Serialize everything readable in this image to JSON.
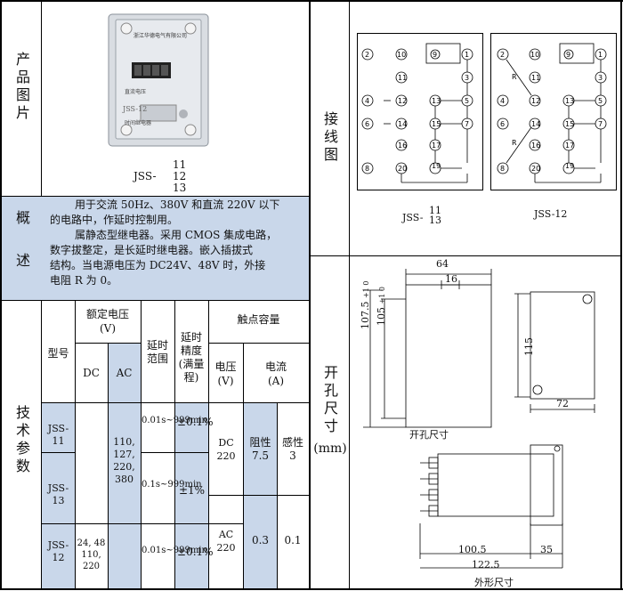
{
  "sections": {
    "product_photo": "产品图片",
    "overview": "概述",
    "tech_params": "技术参数",
    "wiring": "接线图",
    "cutout": "开孔尺寸",
    "cutout_unit": "(mm)"
  },
  "photo": {
    "maker_label": "浙江华德电气有限公司",
    "model_label": "JSS-12",
    "sub_label": "时间继电器",
    "range_label": "直流电压",
    "model_prefix": "JSS-",
    "model_nums": [
      "11",
      "12",
      "13"
    ]
  },
  "overview_text": {
    "p1_line1": "用于交流 50Hz、380V 和直流 220V 以下",
    "p1_line2": "的电路中，作延时控制用。",
    "p2_line1": "属静态型继电器。采用 CMOS 集成电路，",
    "p2_line2": "数字拔整定，是长延时继电器。嵌入插拔式",
    "p2_line3": "结构。当电源电压为 DC24V、48V 时，外接",
    "p2_line4": "电阻 R 为 0。"
  },
  "table": {
    "h_model": "型号",
    "h_rated_voltage": "额定电压",
    "h_rated_voltage_unit": "(V)",
    "h_dc": "DC",
    "h_ac": "AC",
    "h_delay_range": "延时范围",
    "h_delay_accuracy": "延时精度(满量程)",
    "h_contact_capacity": "触点容量",
    "h_voltage": "电压",
    "h_voltage_unit": "(V)",
    "h_current": "电流",
    "h_current_unit": "(A)",
    "rows": [
      {
        "model": "JSS-11",
        "range": "0.01s~999min",
        "accuracy": "±0.1%"
      },
      {
        "model": "JSS-13",
        "range": "0.1s~999min",
        "accuracy": "±1%"
      },
      {
        "model": "JSS-12",
        "range": "0.01s~999min",
        "accuracy": "±0.1%"
      }
    ],
    "ac_values": [
      "110,",
      "127,",
      "220,",
      "380"
    ],
    "dc_values_12": [
      "24, 48",
      "110,",
      "220"
    ],
    "dc_voltage": "DC 220",
    "resistive": "阻性",
    "resistive_value": "7.5",
    "inductive": "感性",
    "inductive_value": "3",
    "ac_voltage": "AC 220",
    "ac_res_value": "0.3",
    "ac_ind_value": "0.1"
  },
  "wiring_labels": {
    "left_caption": "JSS-",
    "left_nums": [
      "11",
      "13"
    ],
    "right_caption": "JSS-12",
    "terminals_left": [
      "2",
      "10",
      "9",
      "1",
      "11",
      "3",
      "4",
      "12",
      "13",
      "5",
      "6",
      "14",
      "15",
      "7",
      "8",
      "16",
      "17",
      "20",
      "19"
    ],
    "R": "R"
  },
  "dims": {
    "w64": "64",
    "w16": "16",
    "h107": "107.5",
    "h107_tol": "+1 0",
    "h105": "105",
    "h105_tol": "+1 0",
    "h115": "115",
    "w72": "72",
    "cutout_caption": "开孔尺寸",
    "w100": "100.5",
    "w35": "35",
    "w122": "122.5",
    "outline_caption": "外形尺寸"
  }
}
